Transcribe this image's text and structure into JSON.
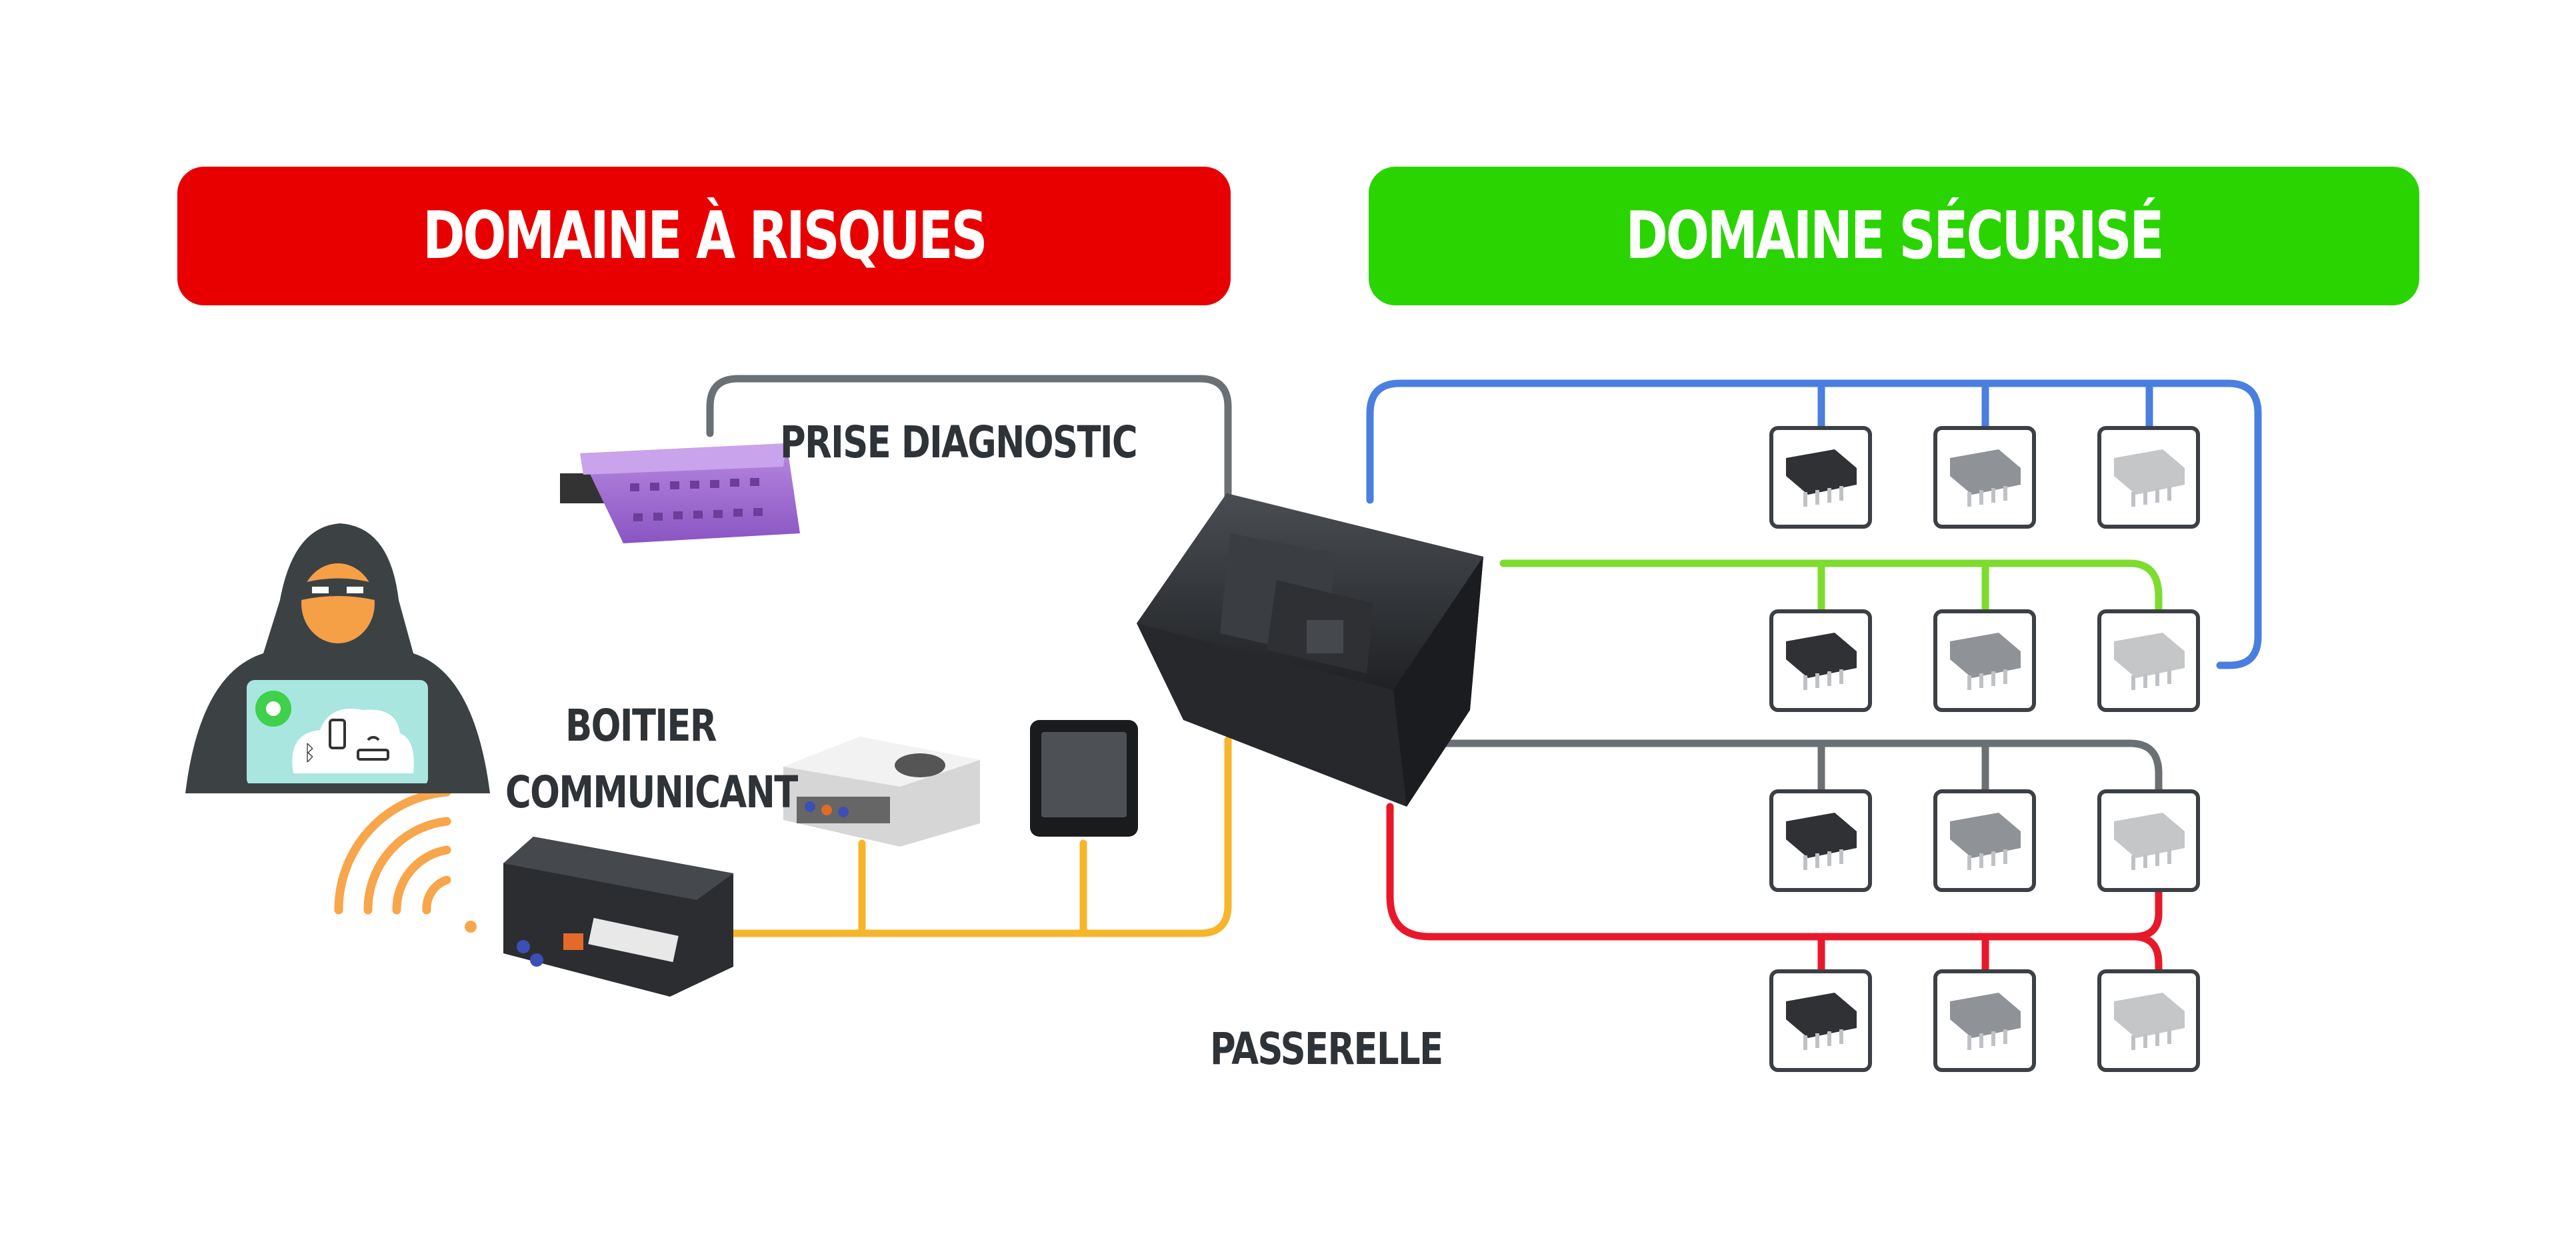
{
  "domains": {
    "risk": {
      "title": "DOMAINE À RISQUES",
      "color": "#e80000"
    },
    "secure": {
      "title": "DOMAINE SÉCURISÉ",
      "color": "#2ad400"
    }
  },
  "labels": {
    "diagnostic": "PRISE DIAGNOSTIC",
    "boitier_line1": "BOITIER",
    "boitier_line2": "COMMUNICANT",
    "gateway": "PASSERELLE"
  },
  "bus_colors": {
    "diagnostic": "#6b7075",
    "infotainment": "#f7b52b",
    "blue": "#4a7fe0",
    "green": "#7ddc2e",
    "gray": "#6b7075",
    "red": "#e8182a",
    "wifi": "#f7a64b"
  },
  "icons": {
    "hacker": "hacker-icon",
    "obd": "obd-connector-icon",
    "telematics": "telematics-box-icon",
    "radio": "radio-unit-icon",
    "screen": "screen-icon",
    "gateway": "gateway-ecu-icon",
    "chip": "chip-icon",
    "wifi": "wifi-waves-icon",
    "bluetooth": "bluetooth-icon",
    "phone": "phone-icon",
    "cloud": "cloud-icon",
    "virus": "virus-icon",
    "router": "router-icon"
  }
}
